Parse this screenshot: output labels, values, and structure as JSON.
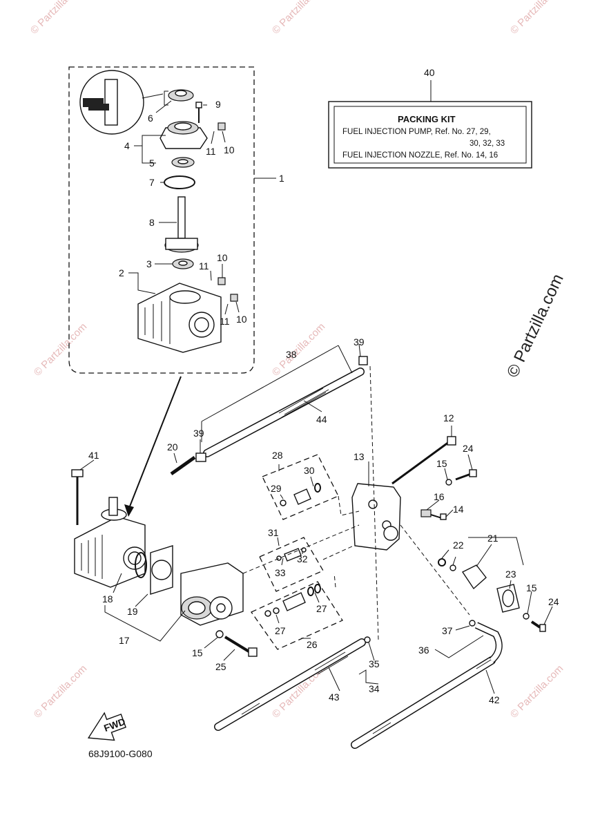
{
  "diagram_code": "68J9100-G080",
  "copyright_side": "© Partzilla.com",
  "watermark_text": "© Partzilla.com",
  "fwd_label": "FWD",
  "packing_kit": {
    "ref": "40",
    "title": "PACKING KIT",
    "line1": "FUEL INJECTION PUMP, Ref. No. 27, 29,",
    "line2": "30, 32, 33",
    "line3": "FUEL INJECTION NOZZLE, Ref. No. 14, 16"
  },
  "refs": {
    "r1": "1",
    "r2": "2",
    "r3": "3",
    "r4": "4",
    "r5": "5",
    "r6": "6",
    "r7": "7",
    "r8": "8",
    "r9": "9",
    "r10a": "10",
    "r10b": "10",
    "r10c": "10",
    "r11a": "11",
    "r11b": "11",
    "r11c": "11",
    "r12": "12",
    "r13": "13",
    "r14": "14",
    "r15a": "15",
    "r15b": "15",
    "r15c": "15",
    "r16": "16",
    "r17": "17",
    "r18": "18",
    "r19": "19",
    "r20": "20",
    "r21": "21",
    "r22": "22",
    "r23": "23",
    "r24a": "24",
    "r24b": "24",
    "r25": "25",
    "r26": "26",
    "r27a": "27",
    "r27b": "27",
    "r28": "28",
    "r29": "29",
    "r30": "30",
    "r31": "31",
    "r32": "32",
    "r33": "33",
    "r34": "34",
    "r35": "35",
    "r36": "36",
    "r37": "37",
    "r38": "38",
    "r39a": "39",
    "r39b": "39",
    "r41": "41",
    "r42": "42",
    "r43": "43",
    "r44": "44"
  },
  "colors": {
    "line": "#111111",
    "watermark": "#e6b9b9",
    "background": "#ffffff"
  }
}
